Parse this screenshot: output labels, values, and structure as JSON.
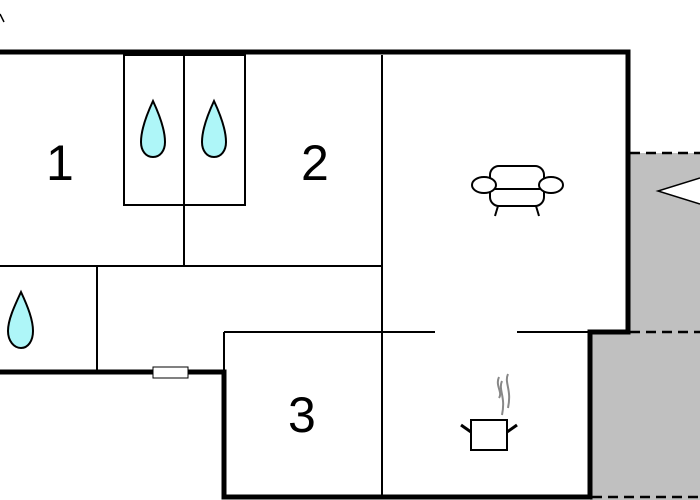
{
  "rooms": [
    {
      "label": "1"
    },
    {
      "label": "2"
    },
    {
      "label": "3"
    }
  ],
  "icons": [
    "water-drop-icon",
    "sofa-icon",
    "cooking-pot-icon",
    "window-icon",
    "entrance-arrow-icon"
  ],
  "colors": {
    "wall": "#000000",
    "water": "#aef6f8",
    "outdoor": "#c0c0c0",
    "steam": "#888888"
  }
}
